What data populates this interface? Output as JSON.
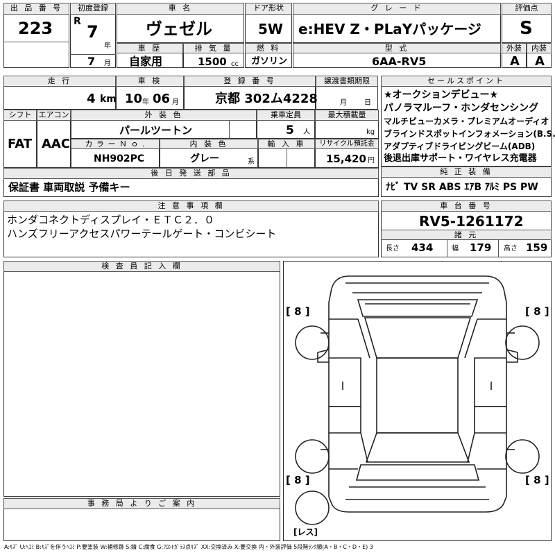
{
  "headers": {
    "lot_no": "出 品 番 号",
    "first_reg": "初度登録",
    "car_name": "車 名",
    "door": "ドア形状",
    "grade": "グ レ ー ド",
    "score": "評価点",
    "history": "車 歴",
    "displacement": "排 気 量",
    "fuel": "燃 料",
    "model": "型 式",
    "exterior": "外装",
    "interior": "内装",
    "mileage": "走 行",
    "inspection": "車 検",
    "registration": "登 録 番 号",
    "transfer": "譲渡書類期限",
    "sales_points": "セールスポイント",
    "shift": "シフト",
    "aircon": "エアコン",
    "ext_color": "外 装 色",
    "capacity": "乗車定員",
    "max_load": "最大積載量",
    "color_no": "カ ラ ー Ｎ ｏ .",
    "int_color": "内 装 色",
    "import": "輸 入 車",
    "recycle": "リサイクル預託金",
    "later_parts": "後 日 発 送 部 品",
    "genuine": "純 正 装 備",
    "notes": "注 意 事 項 欄",
    "chassis": "車 台 番 号",
    "specs": "諸 元",
    "inspector": "検 査 員 記 入 欄",
    "office": "事 務 局 よ り ご 案 内"
  },
  "values": {
    "lot_no": "223",
    "era": "R",
    "year": "7",
    "year_unit": "年",
    "month": "7",
    "month_unit": "月",
    "car_name": "ヴェゼル",
    "door": "5W",
    "grade": "e:HEV Z・PLaYパッケージ",
    "score": "S",
    "history": "自家用",
    "displacement": "1500",
    "displacement_unit": "cc",
    "fuel": "ガソリン",
    "model": "6AA-RV5",
    "exterior": "A",
    "interior": "A",
    "mileage": "4",
    "mileage_unit": "km",
    "insp_year": "10",
    "insp_year_unit": "年",
    "insp_month": "06",
    "insp_month_unit": "月",
    "registration": "京都 302ム4228",
    "transfer_month_unit": "月",
    "transfer_day_unit": "日",
    "shift": "FAT",
    "aircon": "AAC",
    "ext_color": "パールツートン",
    "capacity": "5",
    "capacity_unit": "人",
    "load_unit": "kg",
    "color_no": "NH902PC",
    "int_color": "グレー",
    "int_color_unit": "系",
    "recycle": "15,420",
    "recycle_unit": "円",
    "chassis": "RV5-1261172",
    "length_label": "長さ",
    "length": "434",
    "width_label": "幅",
    "width": "179",
    "height_label": "高さ",
    "height": "159"
  },
  "sales_points": [
    "★オークションデビュー★",
    "パノラマルーフ・ホンダセンシング",
    "マルチビューカメラ・プレミアムオーディオ",
    "ブラインドスポットインフォメーション(B.S.I)",
    "アダプティブドライビングビーム(ADB)",
    "後退出庫サポート・ワイヤレス充電器"
  ],
  "later_parts": "保証書 車両取説 予備キー",
  "genuine_equipment": "ﾅﾋﾞ TV SR ABS ｴｱB ｱﾙﾐ PS PW",
  "notes": [
    "ホンダコネクトディスプレイ・ＥＴＣ２．０",
    "ハンズフリーアクセスパワーテールゲート・コンビシート"
  ],
  "tire_marks": {
    "front_left": "[ 8 ]",
    "front_right": "[ 8 ]",
    "rear_left": "[ 8 ]",
    "rear_right": "[ 8 ]",
    "spare": "[レス]"
  },
  "legend": "A:ｷｽﾞ U:ﾍｺﾐ B:ｷｽﾞを伴うﾍｺﾐ P:要塗装 W:補修跡 S:錆 C:腐食 G:ﾌﾛﾝﾄｶﾞﾗｽ点ｷｽﾞ XX:交換済み X:要交換 内・外装評価 5段階ﾗﾝｸ順(A・B・C・D・E) 3"
}
